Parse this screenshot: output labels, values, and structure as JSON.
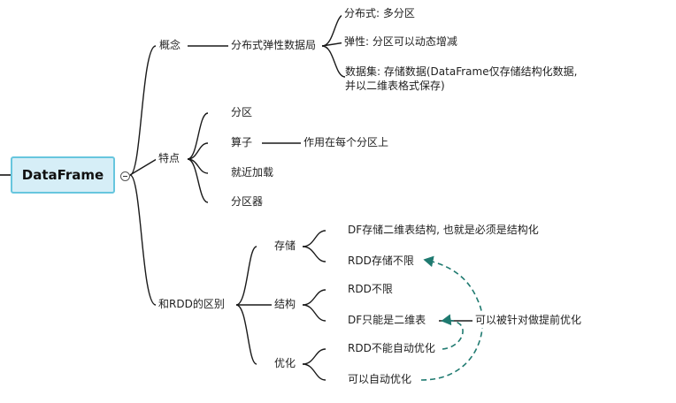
{
  "root": "DataFrame",
  "concept": {
    "label": "概念",
    "child": "分布式弹性数据局",
    "items": [
      "分布式: 多分区",
      "弹性: 分区可以动态增减",
      "数据集: 存储数据(DataFrame仅存储结构化数据,并以二维表格式保存)"
    ]
  },
  "features": {
    "label": "特点",
    "items": [
      "分区",
      "算子",
      "就近加载",
      "分区器"
    ],
    "operator_note": "作用在每个分区上"
  },
  "diff": {
    "label": "和RDD的区别",
    "storage": {
      "label": "存储",
      "items": [
        "DF存储二维表结构, 也就是必须是结构化",
        "RDD存储不限"
      ]
    },
    "structure": {
      "label": "结构",
      "items": [
        "RDD不限",
        "DF只能是二维表"
      ]
    },
    "optimize": {
      "label": "优化",
      "items": [
        "RDD不能自动优化",
        "可以自动优化"
      ]
    },
    "note": "可以被针对做提前优化"
  },
  "colors": {
    "line": "#1a1a1a",
    "root_border": "#67c6de",
    "root_fill": "#d6eef7",
    "arrow": "#1f7a70"
  }
}
